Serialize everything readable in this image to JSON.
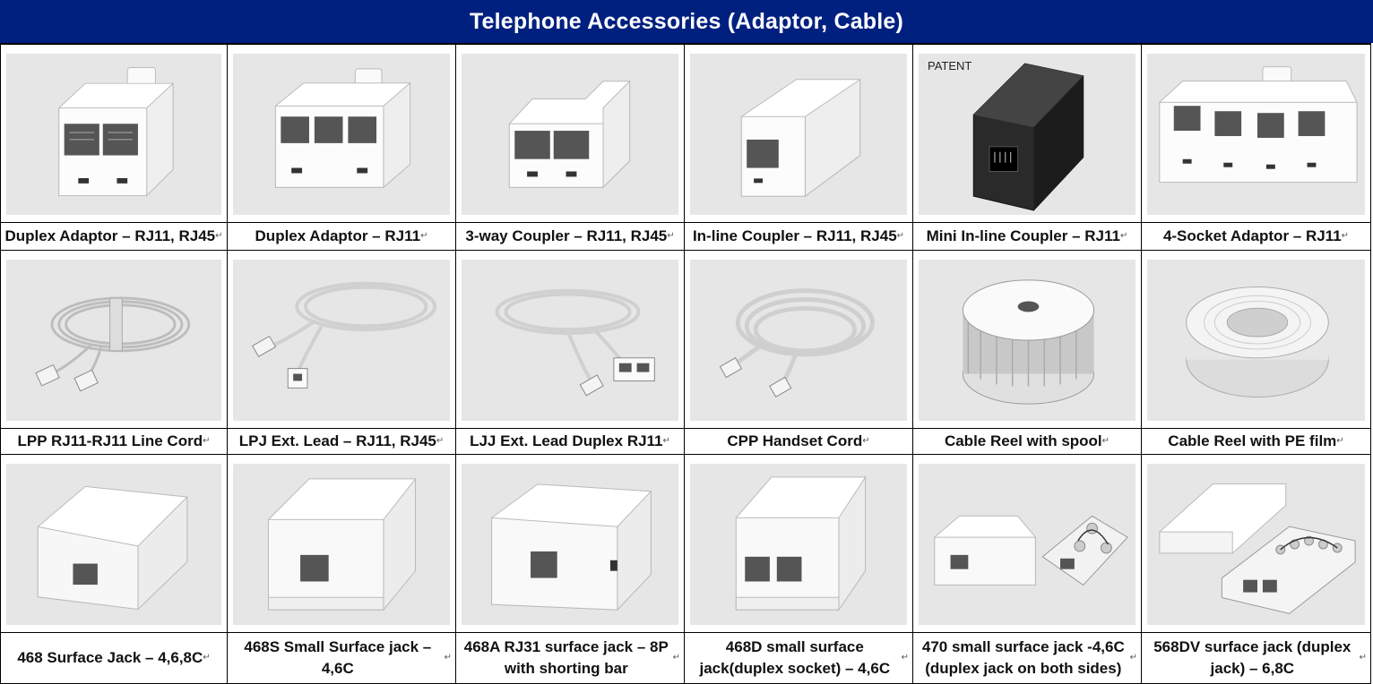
{
  "title": "Telephone Accessories (Adaptor, Cable)",
  "patent_label": "PATENT",
  "paragraph_mark": "↵",
  "products": [
    {
      "caption": "Duplex Adaptor – RJ11, RJ45",
      "icon": "duplex-adaptor-icon"
    },
    {
      "caption": "Duplex Adaptor – RJ11",
      "icon": "triple-adaptor-icon"
    },
    {
      "caption": "3-way Coupler – RJ11, RJ45",
      "icon": "three-way-coupler-icon"
    },
    {
      "caption": "In-line Coupler – RJ11, RJ45",
      "icon": "inline-coupler-icon"
    },
    {
      "caption": "Mini In-line Coupler – RJ11",
      "icon": "mini-inline-coupler-icon"
    },
    {
      "caption": "4-Socket Adaptor – RJ11",
      "icon": "four-socket-adaptor-icon"
    },
    {
      "caption": "LPP RJ11-RJ11 Line Cord",
      "icon": "line-cord-icon"
    },
    {
      "caption": "LPJ Ext. Lead – RJ11, RJ45",
      "icon": "extension-lead-icon"
    },
    {
      "caption": "LJJ Ext. Lead Duplex RJ11",
      "icon": "duplex-extension-lead-icon"
    },
    {
      "caption": "CPP Handset Cord",
      "icon": "coiled-handset-cord-icon"
    },
    {
      "caption": "Cable Reel with spool",
      "icon": "cable-reel-spool-icon"
    },
    {
      "caption": "Cable Reel with PE film",
      "icon": "cable-reel-film-icon"
    },
    {
      "caption": "468 Surface Jack – 4,6,8C",
      "icon": "surface-jack-icon"
    },
    {
      "caption": "468S Small Surface jack – 4,6C",
      "icon": "small-surface-jack-icon"
    },
    {
      "caption": "468A RJ31 surface jack – 8P with shorting bar",
      "icon": "rj31-surface-jack-icon"
    },
    {
      "caption": "468D small surface jack(duplex socket) – 4,6C",
      "icon": "duplex-surface-jack-icon"
    },
    {
      "caption": "470 small surface jack -4,6C (duplex jack on both sides)",
      "icon": "open-surface-jack-icon"
    },
    {
      "caption": "568DV surface jack (duplex jack) – 6,8C",
      "icon": "duplex-surface-jack-open-icon"
    }
  ]
}
